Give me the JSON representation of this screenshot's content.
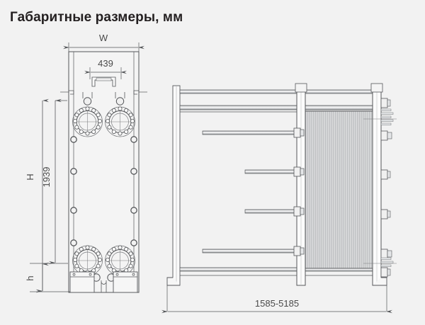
{
  "page": {
    "title": "Габаритные размеры, мм",
    "background_color": "#f2f2f2",
    "line_color": "#55575a",
    "text_color": "#4a4a4a",
    "title_color": "#231f20"
  },
  "drawing": {
    "type": "technical-drawing",
    "subject": "plate-heat-exchanger",
    "views": [
      {
        "name": "front-view",
        "label": ""
      },
      {
        "name": "side-view",
        "label": ""
      }
    ]
  },
  "dimensions": {
    "width_overall": {
      "name": "W",
      "label": "W",
      "orientation": "horizontal",
      "view": "front-view"
    },
    "width_inner": {
      "name": "439",
      "label": "439",
      "unit": "мм",
      "orientation": "horizontal",
      "view": "front-view"
    },
    "height_overall": {
      "name": "H",
      "label": "H",
      "orientation": "vertical",
      "view": "front-view"
    },
    "height_plate": {
      "name": "1939",
      "label": "1939",
      "unit": "мм",
      "orientation": "vertical",
      "view": "front-view"
    },
    "height_base": {
      "name": "h",
      "label": "h",
      "orientation": "vertical",
      "view": "front-view"
    },
    "length_range": {
      "name": "1585-5185",
      "label": "1585-5185",
      "unit": "мм",
      "orientation": "horizontal",
      "view": "side-view"
    }
  }
}
